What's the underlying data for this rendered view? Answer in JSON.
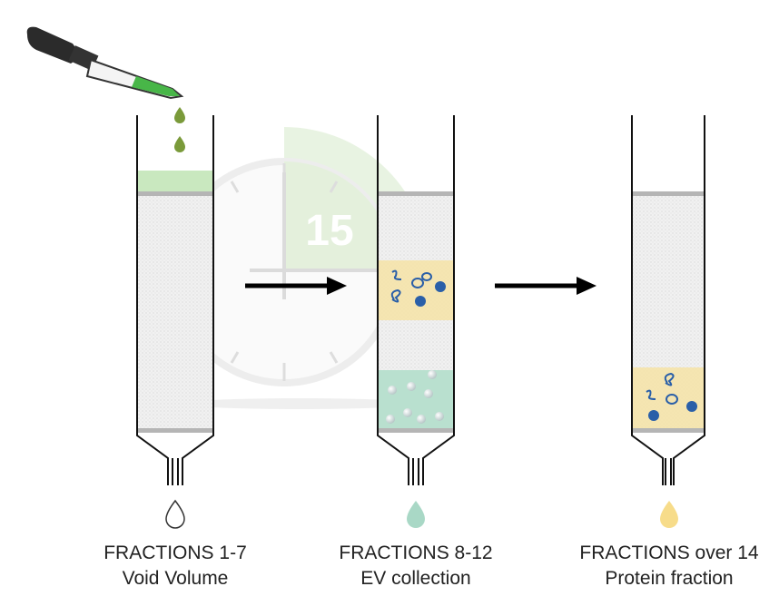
{
  "clock": {
    "minutes": "15"
  },
  "columns": [
    {
      "title": "FRACTIONS 1-7",
      "subtitle": "Void Volume"
    },
    {
      "title": "FRACTIONS 8-12",
      "subtitle": "EV collection"
    },
    {
      "title": "FRACTIONS over 14",
      "subtitle": "Protein fraction"
    }
  ],
  "colors": {
    "sample_green": "#8fd18f",
    "ev_band": "#b9e0cf",
    "protein_band": "#f6e3a6",
    "protein_blue": "#2a5fa8",
    "drop_green": "#7a9a3a",
    "drop_teal": "#a9d8c6",
    "drop_yellow": "#f7dc8a"
  }
}
